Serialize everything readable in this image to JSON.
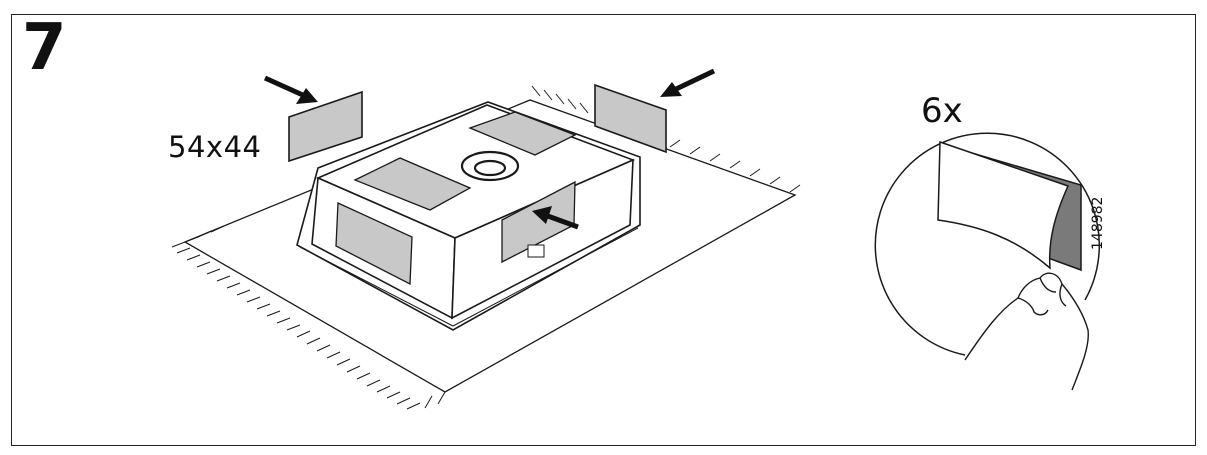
{
  "step": {
    "number": "7"
  },
  "pad": {
    "dimensions": "54x44"
  },
  "detail": {
    "quantity": "6x",
    "article_number": "148982"
  },
  "colors": {
    "line": "#1a1a1a",
    "pad_fill": "#c8c8c8",
    "pad_dark": "#7a7a7a",
    "background": "#ffffff"
  }
}
